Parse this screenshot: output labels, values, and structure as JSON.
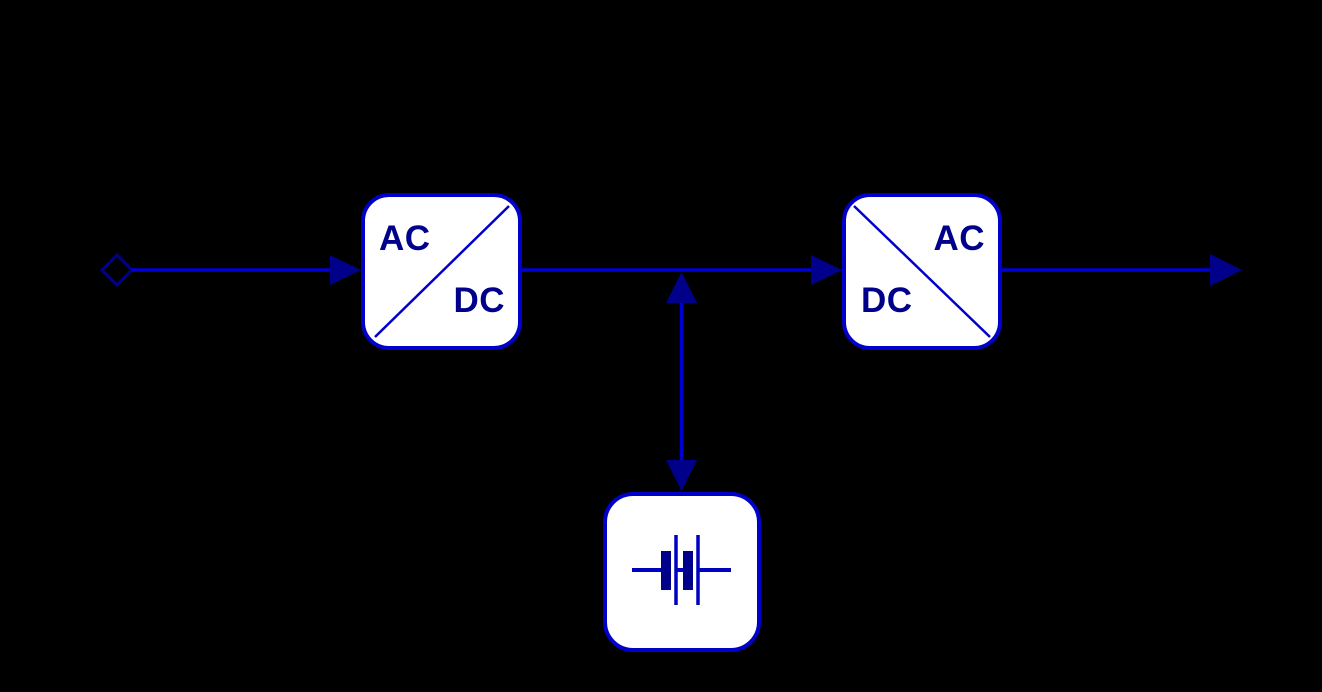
{
  "colors": {
    "background": "#000000",
    "connection_line": "#0000D2",
    "block_border": "#0000C8",
    "block_fill": "#FFFFFF",
    "arrow_fill": "#00008B",
    "label_text": "#00008B",
    "battery_stroke": "#0000C0"
  },
  "blocks": {
    "ac_dc_converter": {
      "top_label": "AC",
      "bottom_label": "DC"
    },
    "dc_ac_converter": {
      "top_label": "AC",
      "bottom_label": "DC"
    }
  },
  "icons": {
    "input_port": "diamond-port-icon",
    "battery": "battery-two-cell-icon",
    "into_acdc_arrowhead": "arrowhead-right-icon",
    "into_dcac_arrowhead": "arrowhead-right-icon",
    "output_arrowhead": "arrowhead-right-icon",
    "bus_up_arrowhead": "arrowhead-up-icon",
    "battery_down_arrowhead": "arrowhead-down-icon"
  }
}
